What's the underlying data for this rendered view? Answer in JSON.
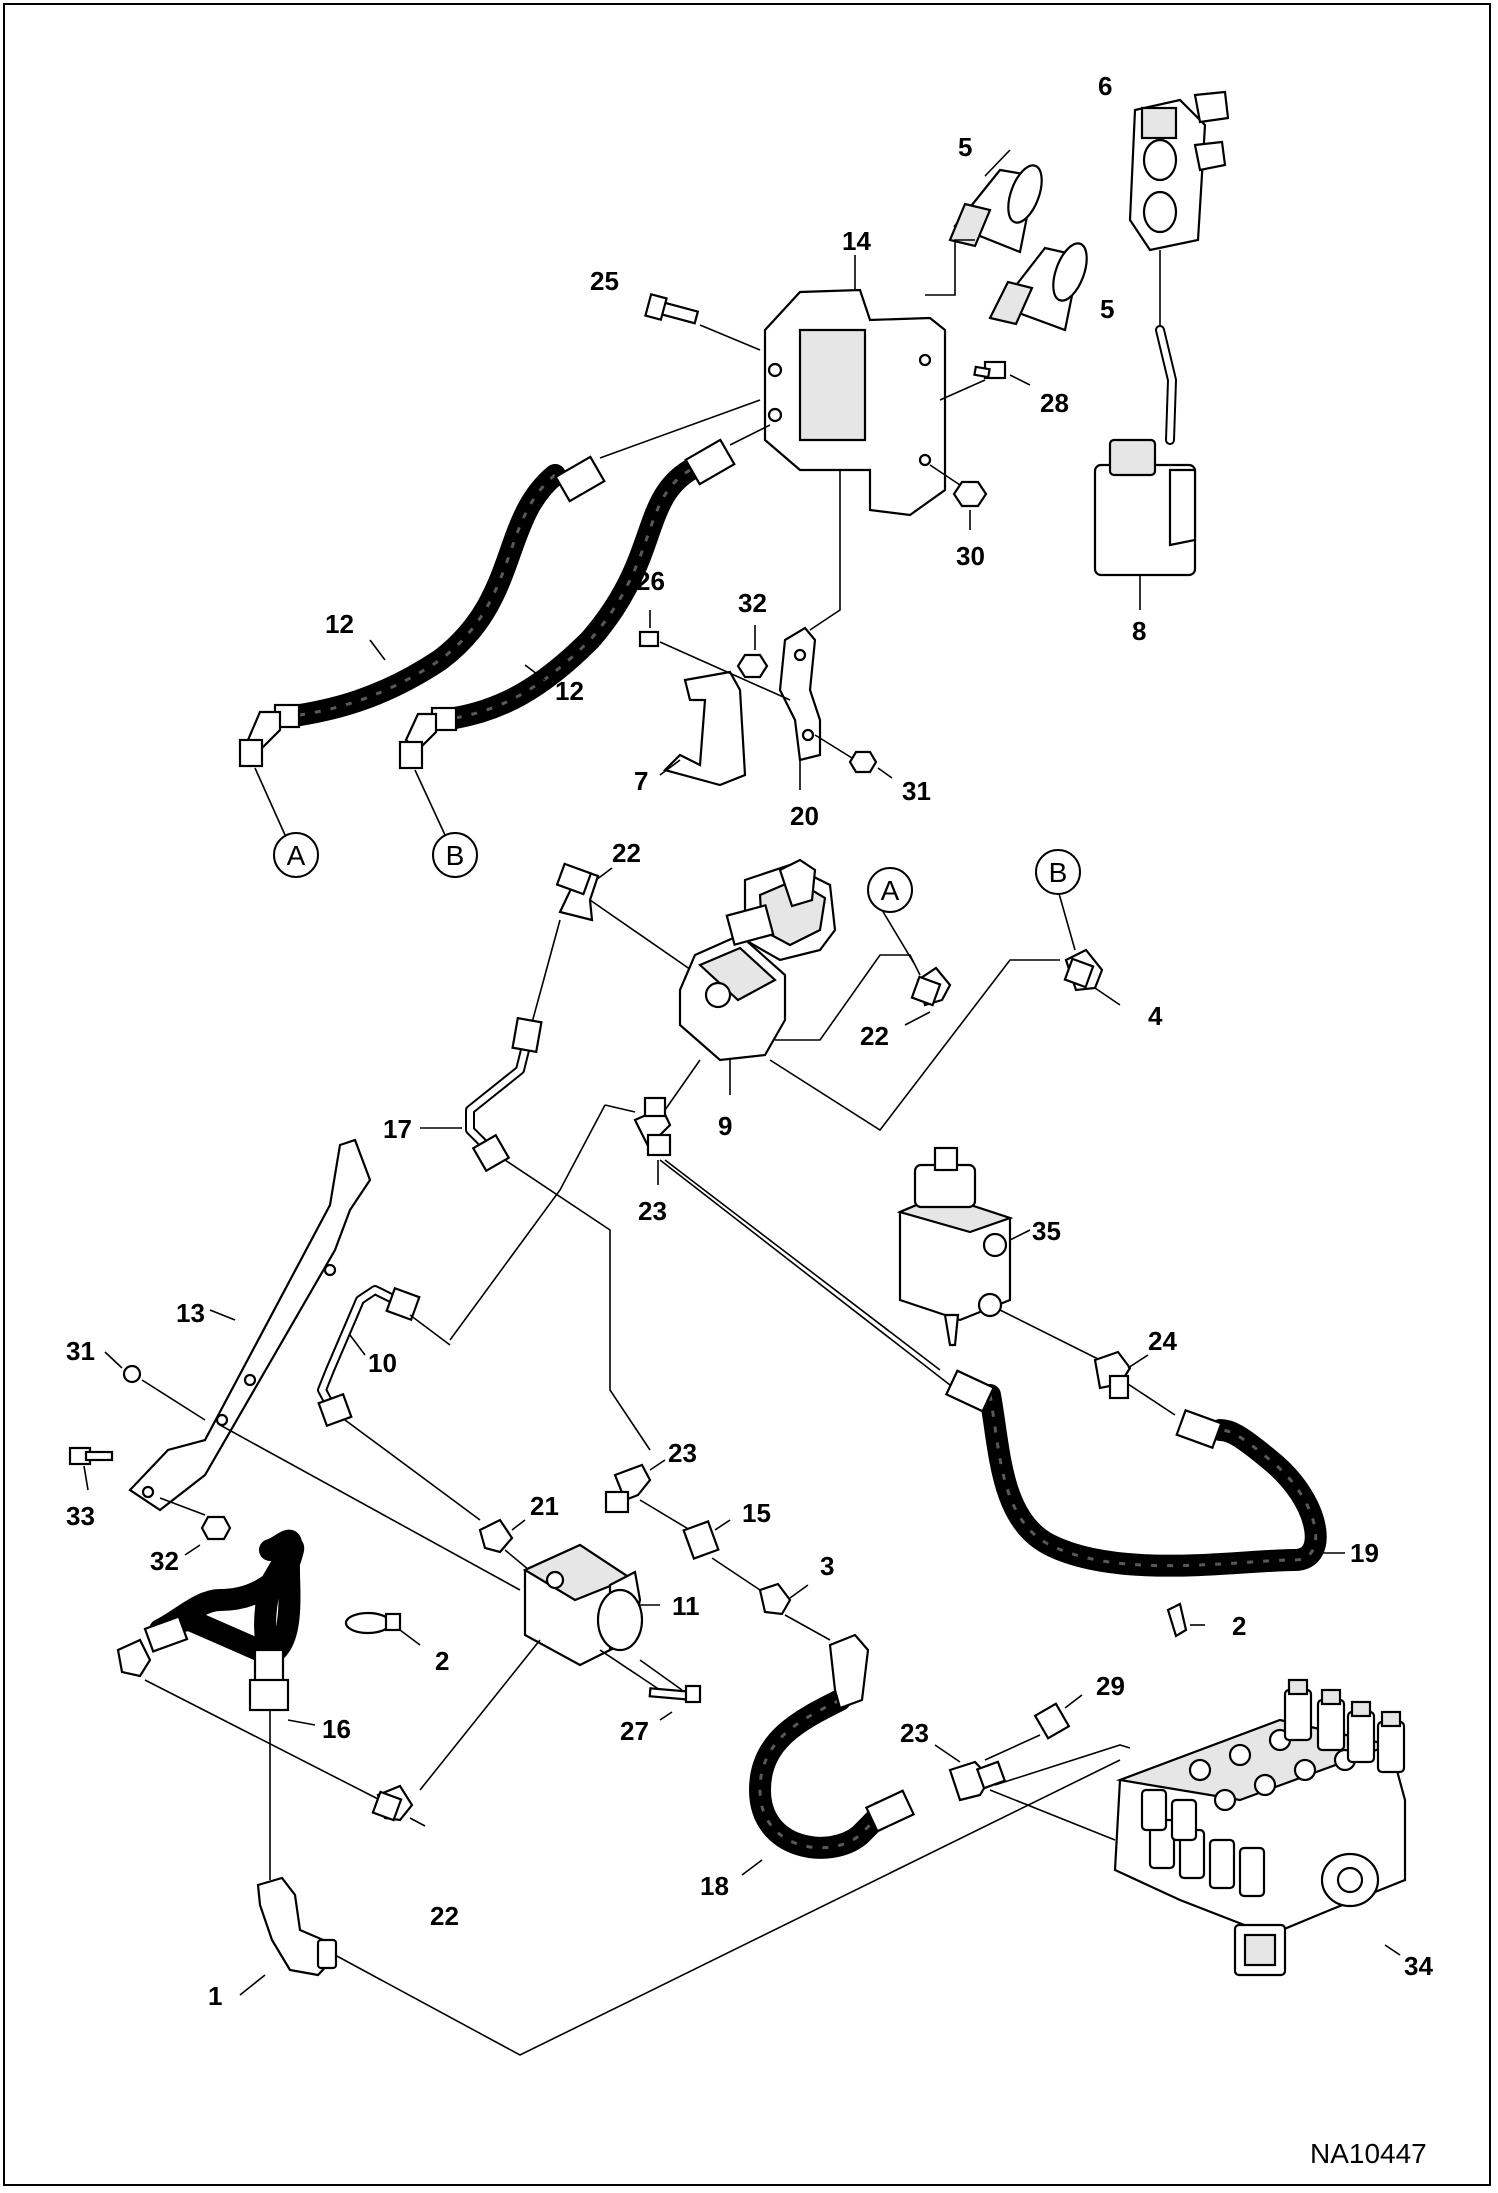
{
  "figure_code": "NA10447",
  "reference_labels": [
    "A",
    "B"
  ],
  "callouts": [
    {
      "id": "c1",
      "text": "1"
    },
    {
      "id": "c2a",
      "text": "2"
    },
    {
      "id": "c2b",
      "text": "2"
    },
    {
      "id": "c3",
      "text": "3"
    },
    {
      "id": "c4",
      "text": "4"
    },
    {
      "id": "c5a",
      "text": "5"
    },
    {
      "id": "c5b",
      "text": "5"
    },
    {
      "id": "c6",
      "text": "6"
    },
    {
      "id": "c7",
      "text": "7"
    },
    {
      "id": "c8",
      "text": "8"
    },
    {
      "id": "c9",
      "text": "9"
    },
    {
      "id": "c10",
      "text": "10"
    },
    {
      "id": "c11",
      "text": "11"
    },
    {
      "id": "c12a",
      "text": "12"
    },
    {
      "id": "c12b",
      "text": "12"
    },
    {
      "id": "c13",
      "text": "13"
    },
    {
      "id": "c14",
      "text": "14"
    },
    {
      "id": "c15",
      "text": "15"
    },
    {
      "id": "c16",
      "text": "16"
    },
    {
      "id": "c17",
      "text": "17"
    },
    {
      "id": "c18",
      "text": "18"
    },
    {
      "id": "c19",
      "text": "19"
    },
    {
      "id": "c20",
      "text": "20"
    },
    {
      "id": "c21",
      "text": "21"
    },
    {
      "id": "c22a",
      "text": "22"
    },
    {
      "id": "c22b",
      "text": "22"
    },
    {
      "id": "c22c",
      "text": "22"
    },
    {
      "id": "c23a",
      "text": "23"
    },
    {
      "id": "c23b",
      "text": "23"
    },
    {
      "id": "c23c",
      "text": "23"
    },
    {
      "id": "c24",
      "text": "24"
    },
    {
      "id": "c25",
      "text": "25"
    },
    {
      "id": "c26",
      "text": "26"
    },
    {
      "id": "c27",
      "text": "27"
    },
    {
      "id": "c28",
      "text": "28"
    },
    {
      "id": "c29",
      "text": "29"
    },
    {
      "id": "c30",
      "text": "30"
    },
    {
      "id": "c31a",
      "text": "31"
    },
    {
      "id": "c31b",
      "text": "31"
    },
    {
      "id": "c32a",
      "text": "32"
    },
    {
      "id": "c32b",
      "text": "32"
    },
    {
      "id": "c33",
      "text": "33"
    },
    {
      "id": "c34",
      "text": "34"
    },
    {
      "id": "c35",
      "text": "35"
    }
  ]
}
